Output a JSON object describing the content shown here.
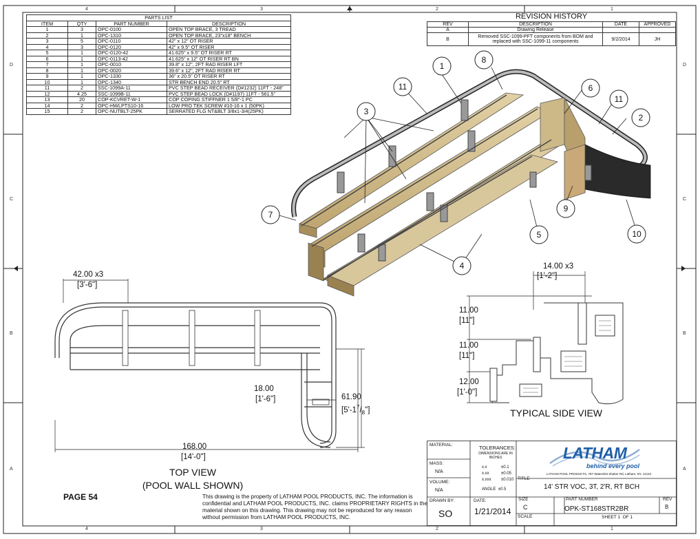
{
  "zones": {
    "top": [
      "4",
      "3",
      "2",
      "1"
    ],
    "side": [
      "D",
      "C",
      "B",
      "A"
    ]
  },
  "parts_list": {
    "title": "PARTS LIST",
    "headers": [
      "ITEM",
      "QTY",
      "PART NUMBER",
      "DESCRIPTION"
    ],
    "rows": [
      [
        "1",
        "3",
        "OPC-0100",
        "OPEN TOP BRACE, 3 TREAD"
      ],
      [
        "2",
        "1",
        "OPC-1310",
        "OPEN TOP BRACE, 23\"x18\" BENCH"
      ],
      [
        "3",
        "5",
        "OPC-0110",
        "42\" x 12\" OT RISER"
      ],
      [
        "4",
        "3",
        "OPC-0120",
        "42\" x 9.5\" OT RISER"
      ],
      [
        "5",
        "1",
        "OPC-0120-42",
        "41.625\" x 9.5\" OT RISER RT"
      ],
      [
        "6",
        "1",
        "OPC-0113-42",
        "41.625\" x 12\" OT RISER RT BN"
      ],
      [
        "7",
        "1",
        "OPC-0010",
        "39.8\" x 12\", 2FT RAD RISER LFT"
      ],
      [
        "8",
        "1",
        "OPC-0020",
        "39.6\" x 12\", 2FT RAD RISER RT"
      ],
      [
        "9",
        "1",
        "OPC-1330",
        "36\" x 20.5\" OT RISER RT"
      ],
      [
        "10",
        "1",
        "OPC-1340",
        "STR BENCH END 20.5\" RT"
      ],
      [
        "11",
        "2",
        "SSC-1099A-11",
        "PVC STEP BEAD RECEIVER (D#1232) 11FT - 248\""
      ],
      [
        "12",
        "4.25",
        "SSC-1099B-11",
        "PVC STEP BEAD LOCK (D#1197) 11FT - 561.5\""
      ],
      [
        "13",
        "20",
        "COP-KCVRET-W-1",
        "COP COPING STIFFNER 1 5/8\"-1 PC"
      ],
      [
        "14",
        "2",
        "OPC-HWLPTS10-16",
        "LOW PRO TEK SCREW #10-16 x 1 (50PK)"
      ],
      [
        "15",
        "2",
        "OPC-NUTBLT-25PK",
        "SERRATED FLG NT&BLT 3/8x1-3/4(25PK)"
      ]
    ]
  },
  "revision": {
    "title": "REVISION HISTORY",
    "headers": [
      "REV",
      "DESCRIPTION",
      "DATE",
      "APPROVED"
    ],
    "rows": [
      {
        "rev": "A",
        "desc": "Drawing Release",
        "date": "",
        "approved": ""
      },
      {
        "rev": "B",
        "desc": "Removed SSC-1099-PFT components from BOM and replaced with SSC-1099-11 components",
        "date": "9/2/2014",
        "approved": "JH"
      }
    ]
  },
  "balloons": [
    "1",
    "8",
    "6",
    "11",
    "2",
    "11",
    "3",
    "7",
    "9",
    "10",
    "5",
    "4"
  ],
  "top_view": {
    "title_line1": "TOP VIEW",
    "title_line2": "(POOL WALL SHOWN)",
    "dim_width": "42.00 x3",
    "dim_width_ft": "[3'-6\"]",
    "dim_bench": "18.00",
    "dim_bench_ft": "[1'-6\"]",
    "dim_depth": "61.90",
    "dim_depth_ft": "[5'-1",
    "dim_depth_frac_num": "7",
    "dim_depth_frac_den": "8",
    "dim_depth_close": "\"]",
    "dim_total": "168.00",
    "dim_total_ft": "[14'-0\"]"
  },
  "side_view": {
    "title": "TYPICAL SIDE VIEW",
    "dim_tread": "14.00 x3",
    "dim_tread_ft": "[1'-2\"]",
    "dim_r1": "11.00",
    "dim_r1_ft": "[11\"]",
    "dim_r2": "11.00",
    "dim_r2_ft": "[11\"]",
    "dim_r3": "12.00",
    "dim_r3_ft": "[1'-0\"]"
  },
  "page_label": "PAGE 54",
  "proprietary_note": "This drawing is the property of LATHAM POOL PRODUCTS, INC. The information is confidential and LATHAM POOL PRODUCTS, INC. claims PROPRIETARY RIGHTS in the material shown on this drawing. This drawing may not be reproduced for any reason without permission from LATHAM POOL PRODUCTS, INC.",
  "title_block": {
    "material_label": "MATERIAL:",
    "mass_label": "MASS:",
    "mass_value": "N/A",
    "volume_label": "VOLUME:",
    "volume_value": "N/A",
    "drawn_by_label": "DRAWN BY:",
    "drawn_by_value": "SO",
    "tolerances_label": "TOLERANCES:",
    "tolerances_sub": "DIMENSIONS ARE IN INCHES",
    "tol_rows": [
      [
        "x.x",
        "±0.1"
      ],
      [
        "x.xx",
        "±0.05"
      ],
      [
        "x.xxx",
        "±0.010"
      ]
    ],
    "angle": "ANGLE  ±0.5",
    "date_label": "DATE:",
    "date_value": "1/21/2014",
    "logo_text": "LATHAM",
    "logo_tagline": "behind every pool",
    "address": "LATHAM POOL PRODUCTS, 787 Watervliet Shaker Rd, Latham, NY, 12110",
    "title_label": "TITLE",
    "title_value": "14' STR VOC, 3T, 2'R, RT BCH",
    "size_label": "SIZE",
    "size_value": "C",
    "part_label": "PART NUMBER",
    "part_value": "OPK-ST168STR2BR",
    "rev_label": "REV",
    "rev_value": "B",
    "scale_label": "SCALE",
    "sheet_text": "SHEET 1  OF 1"
  },
  "colors": {
    "wood": "#d9c79c",
    "wood_dark": "#b89f6c",
    "steel": "#8c8c8c",
    "dark": "#2a2a2a",
    "logo_blue": "#1f5fa8"
  }
}
